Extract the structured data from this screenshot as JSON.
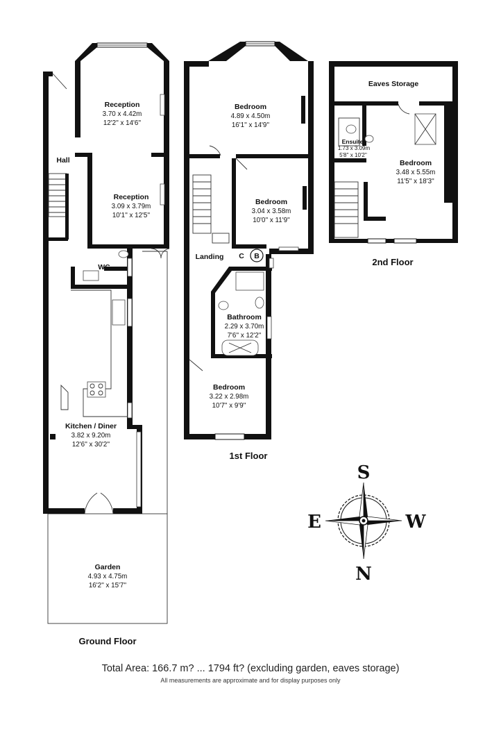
{
  "floors": {
    "ground": "Ground Floor",
    "first": "1st Floor",
    "second": "2nd Floor"
  },
  "rooms": {
    "reception1": {
      "name": "Reception",
      "metric": "3.70 x 4.42m",
      "imperial": "12'2'' x 14'6''"
    },
    "reception2": {
      "name": "Reception",
      "metric": "3.09 x 3.79m",
      "imperial": "10'1'' x 12'5''"
    },
    "hall": {
      "name": "Hall"
    },
    "wc": {
      "name": "WC"
    },
    "kitchen": {
      "name": "Kitchen / Diner",
      "metric": "3.82 x 9.20m",
      "imperial": "12'6'' x 30'2''"
    },
    "garden": {
      "name": "Garden",
      "metric": "4.93 x 4.75m",
      "imperial": "16'2'' x 15'7''"
    },
    "bedroom1": {
      "name": "Bedroom",
      "metric": "4.89 x 4.50m",
      "imperial": "16'1'' x 14'9''"
    },
    "bedroom2": {
      "name": "Bedroom",
      "metric": "3.04 x 3.58m",
      "imperial": "10'0'' x 11'9''"
    },
    "landing": {
      "name": "Landing"
    },
    "cupboard": {
      "name": "C"
    },
    "boiler": {
      "name": "B"
    },
    "bathroom": {
      "name": "Bathroom",
      "metric": "2.29 x 3.70m",
      "imperial": "7'6'' x 12'2''"
    },
    "bedroom3": {
      "name": "Bedroom",
      "metric": "3.22 x 2.98m",
      "imperial": "10'7'' x 9'9''"
    },
    "eaves": {
      "name": "Eaves Storage"
    },
    "ensuite": {
      "name": "Ensuite",
      "metric": "1.73 x 3.09m",
      "imperial": "5'8'' x 10'2''"
    },
    "bedroom4": {
      "name": "Bedroom",
      "metric": "3.48 x 5.55m",
      "imperial": "11'5'' x 18'3''"
    }
  },
  "compass": {
    "top": "S",
    "bottom": "N",
    "left": "E",
    "right": "W"
  },
  "footer": {
    "total": "Total Area: 166.7 m? ... 1794 ft? (excluding garden, eaves storage)",
    "disclaimer": "All measurements are approximate and for display purposes only"
  },
  "colors": {
    "wall": "#111111",
    "background": "#ffffff"
  }
}
